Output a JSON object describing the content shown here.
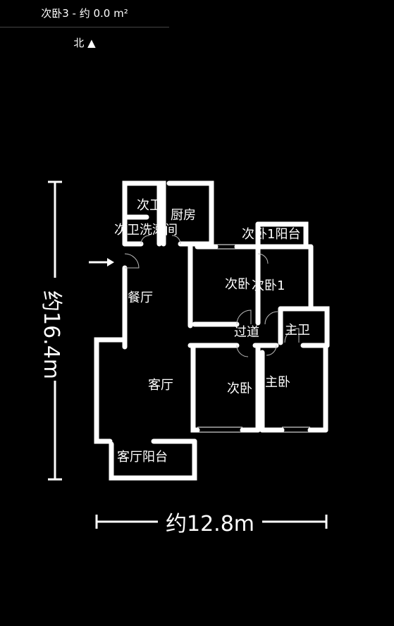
{
  "header": {
    "title": "次卧3 - 约 0.0 m²",
    "compass": "北 ▲"
  },
  "dimensions": {
    "height": "约16.4m",
    "width": "约12.8m"
  },
  "rooms": {
    "ciwei": "次卫",
    "chufang": "厨房",
    "ciwei_xishoujian": "次卫洗漱间",
    "ciwo1_yangtai": "次卧1阳台",
    "canting": "餐厅",
    "ciwo": "次卧",
    "ciwo1": "次卧1",
    "guodao": "过道",
    "zhuwei": "主卫",
    "keting": "客厅",
    "ciwo2": "次卧",
    "zhuwo": "主卧",
    "keting_yangtai": "客厅阳台"
  }
}
